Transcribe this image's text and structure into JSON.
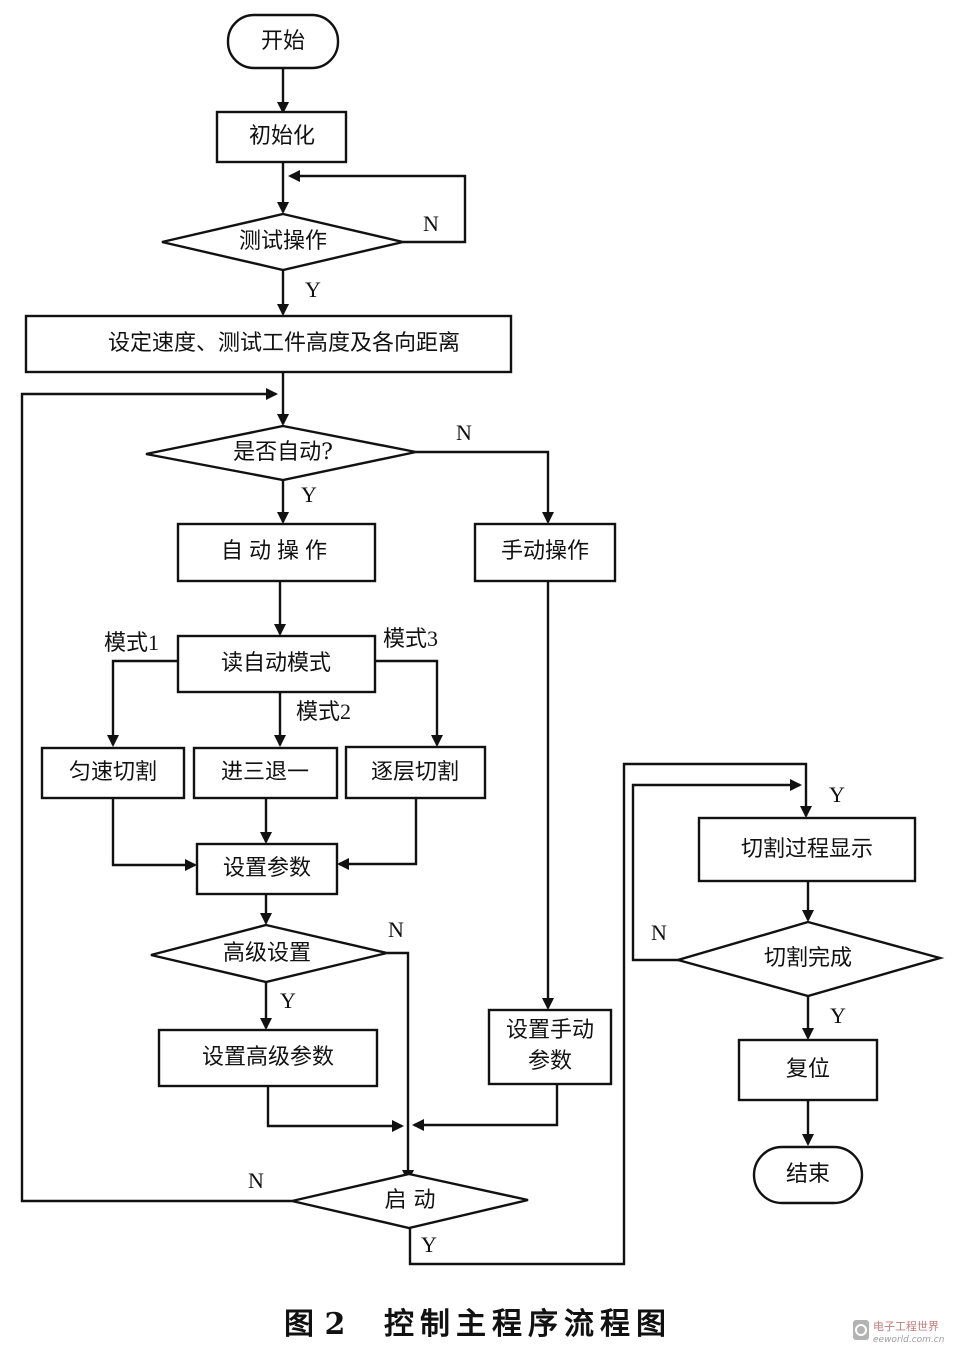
{
  "nodes": {
    "start": "开始",
    "init": "初始化",
    "test_op": "测试操作",
    "setup": "设定速度、测试工件高度及各向距离",
    "is_auto": "是否自动?",
    "auto_op": "自动操作",
    "manual_op": "手动操作",
    "read_mode": "读自动模式",
    "uniform_cut": "匀速切割",
    "three_forward_one_back": "进三退一",
    "layer_cut": "逐层切割",
    "set_params": "设置参数",
    "advanced_setting": "高级设置",
    "set_advanced_params": "设置高级参数",
    "set_manual_params_line1": "设置手动",
    "set_manual_params_line2": "参数",
    "start_run": "启 动",
    "cut_display": "切割过程显示",
    "cut_done": "切割完成",
    "reset": "复位",
    "end": "结束"
  },
  "edge_labels": {
    "yes": "Y",
    "no": "N",
    "mode1": "模式1",
    "mode2": "模式2",
    "mode3": "模式3"
  },
  "caption": {
    "figure_number": "图 2",
    "title": "控制主程序流程图"
  },
  "watermark": {
    "name_cn": "电子工程世界",
    "domain": "eeworld.com.cn"
  }
}
